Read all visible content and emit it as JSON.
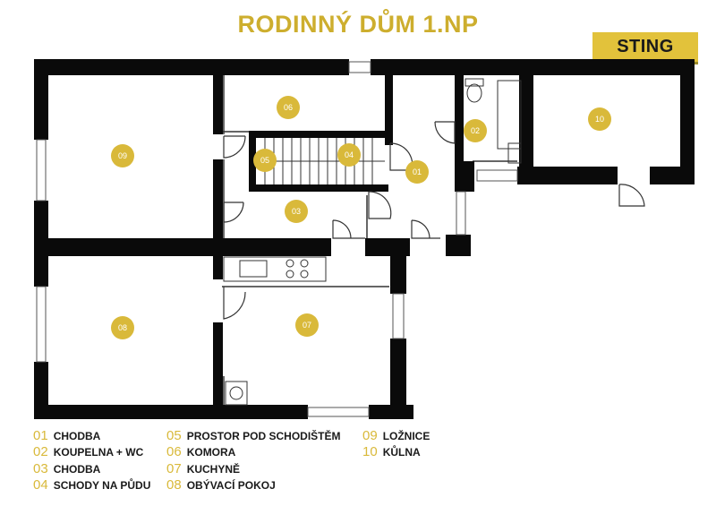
{
  "title": "RODINNÝ DŮM 1.NP",
  "brand": "STING",
  "colors": {
    "accent": "#E2C23B",
    "badge": "#D9B93A",
    "title": "#CDAE2E",
    "wall": "#0a0a0a",
    "line": "#333333"
  },
  "rooms": [
    {
      "num": "01",
      "name": "CHODBA"
    },
    {
      "num": "02",
      "name": "KOUPELNA + WC"
    },
    {
      "num": "03",
      "name": "CHODBA"
    },
    {
      "num": "04",
      "name": "SCHODY NA PŮDU"
    },
    {
      "num": "05",
      "name": "PROSTOR POD SCHODIŠTĚM"
    },
    {
      "num": "06",
      "name": "KOMORA"
    },
    {
      "num": "07",
      "name": "KUCHYNĚ"
    },
    {
      "num": "08",
      "name": "OBÝVACÍ POKOJ"
    },
    {
      "num": "09",
      "name": "LOŽNICE"
    },
    {
      "num": "10",
      "name": "KŮLNA"
    }
  ]
}
